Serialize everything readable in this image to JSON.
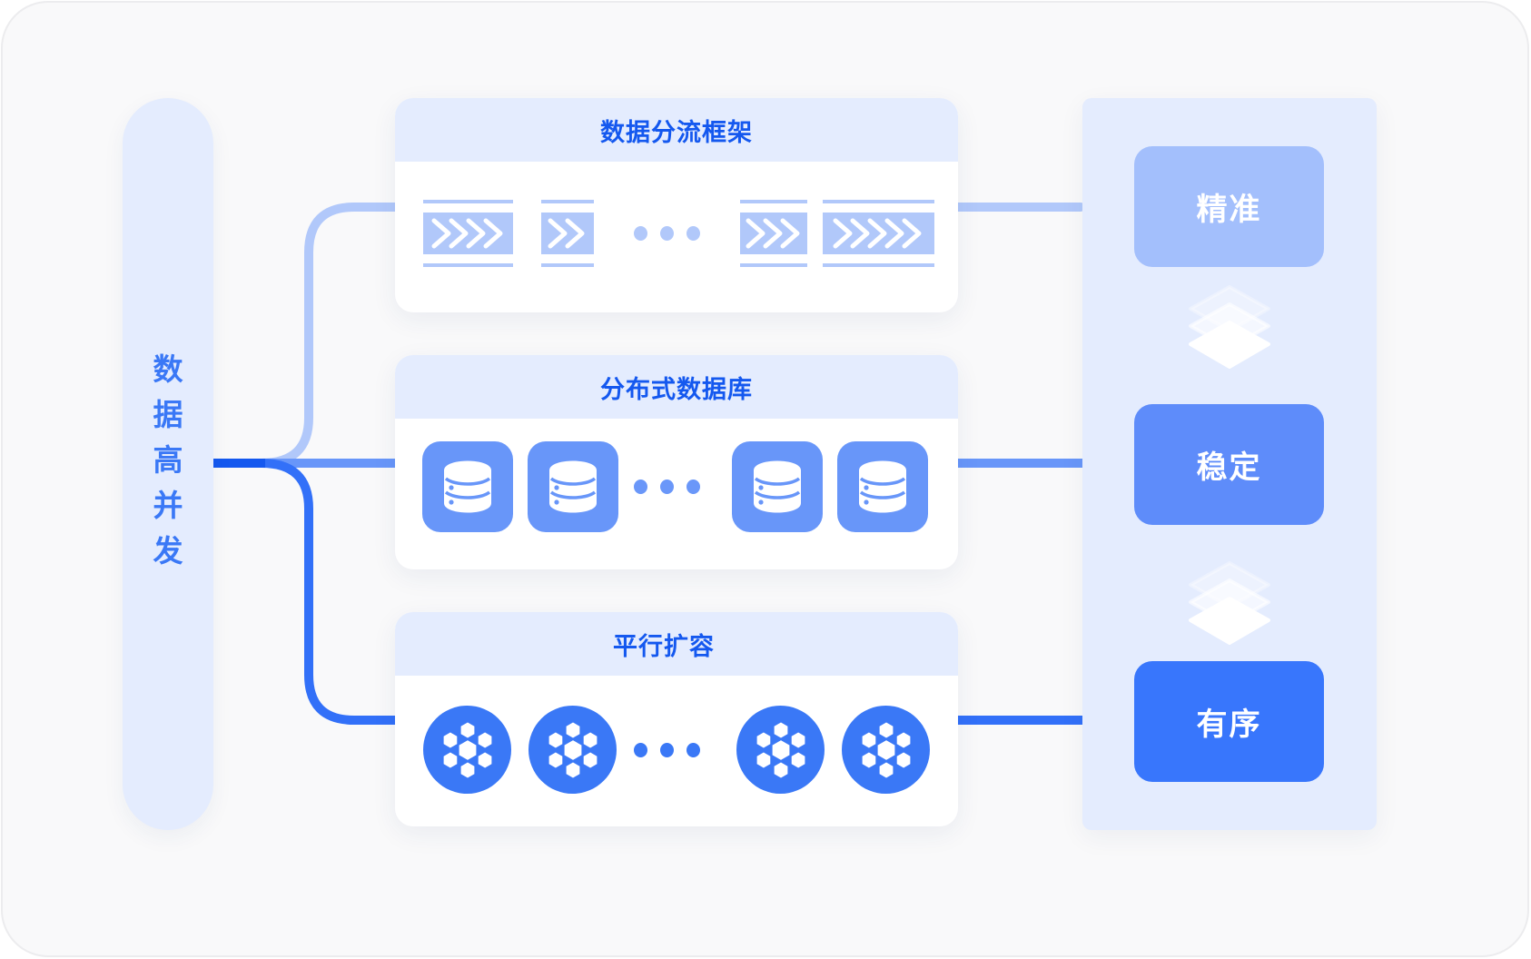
{
  "source": {
    "label": "数据高并发",
    "chars": [
      "数",
      "据",
      "高",
      "并",
      "发"
    ]
  },
  "components": [
    {
      "title": "数据分流框架",
      "icon": "chevron-stream-icon",
      "items": [
        {
          "chevrons": 4
        },
        {
          "chevrons": 2
        },
        {
          "ellipsis": "..."
        },
        {
          "chevrons": 3
        },
        {
          "chevrons": 5
        }
      ]
    },
    {
      "title": "分布式数据库",
      "icon": "database-icon",
      "items": [
        "database",
        "database",
        "...",
        "database",
        "database"
      ]
    },
    {
      "title": "平行扩容",
      "icon": "cluster-cubes-icon",
      "items": [
        "cluster",
        "cluster",
        "...",
        "cluster",
        "cluster"
      ]
    }
  ],
  "results": [
    {
      "label": "精准",
      "color": "#a3bffc"
    },
    {
      "label": "稳定",
      "color": "#5e8cfa"
    },
    {
      "label": "有序",
      "color": "#3876fc"
    }
  ],
  "colors": {
    "light_line": "#b1c8fa",
    "mid_line": "#6896f9",
    "deep_line": "#3270f8",
    "source_stem": "#1458ef",
    "panel_bg": "#e4ecfe",
    "title_text": "#1458ef",
    "source_text": "#3a78f6"
  }
}
